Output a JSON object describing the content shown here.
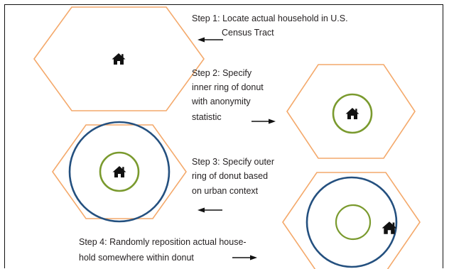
{
  "steps": [
    {
      "lines": [
        "Step 1: Locate actual household in U.S.",
        "Census Tract"
      ]
    },
    {
      "lines": [
        "Step 2: Specify",
        "inner ring of donut",
        "with anonymity",
        "statistic"
      ]
    },
    {
      "lines": [
        "Step 3: Specify outer",
        "ring of donut based",
        "on urban context"
      ]
    },
    {
      "lines": [
        "Step 4: Randomly reposition actual house-",
        "hold somewhere within donut"
      ]
    }
  ],
  "colors": {
    "hexagon": "#f4a96b",
    "inner_ring": "#7a9a2e",
    "outer_ring": "#24507f",
    "house": "#111111",
    "arrow": "#111111",
    "text": "#231f20"
  },
  "icons": {
    "house": "house-icon",
    "arrow": "arrow-icon"
  }
}
